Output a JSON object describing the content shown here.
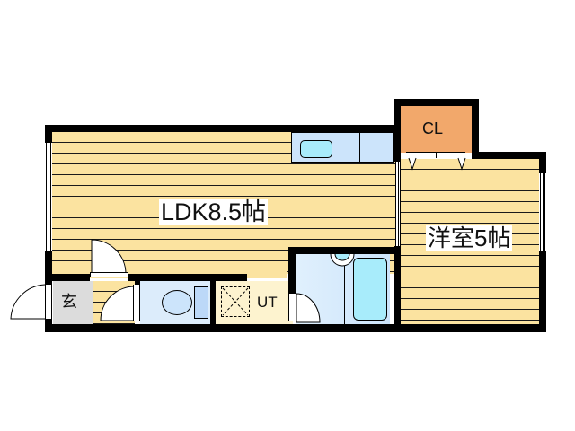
{
  "floorplan": {
    "rooms": [
      {
        "id": "ldk",
        "label": "LDK8.5帖",
        "type": "living-dining-kitchen",
        "size_jo": 8.5
      },
      {
        "id": "western",
        "label": "洋室5帖",
        "type": "western-style-room",
        "size_jo": 5
      },
      {
        "id": "closet",
        "label": "CL",
        "type": "closet"
      },
      {
        "id": "entrance",
        "label": "玄",
        "type": "entrance"
      },
      {
        "id": "utility",
        "label": "UT",
        "type": "utility"
      },
      {
        "id": "toilet",
        "label": "",
        "type": "toilet"
      },
      {
        "id": "bathroom",
        "label": "",
        "type": "bathroom"
      }
    ],
    "colors": {
      "floor": "#fbe3a0",
      "closet": "#f2a86b",
      "entrance": "#dcdcdc",
      "wet_area": "#cce4fb",
      "wet_fixture": "#a8ecfb",
      "utility": "#fdf3cf",
      "wall": "#000000"
    }
  }
}
